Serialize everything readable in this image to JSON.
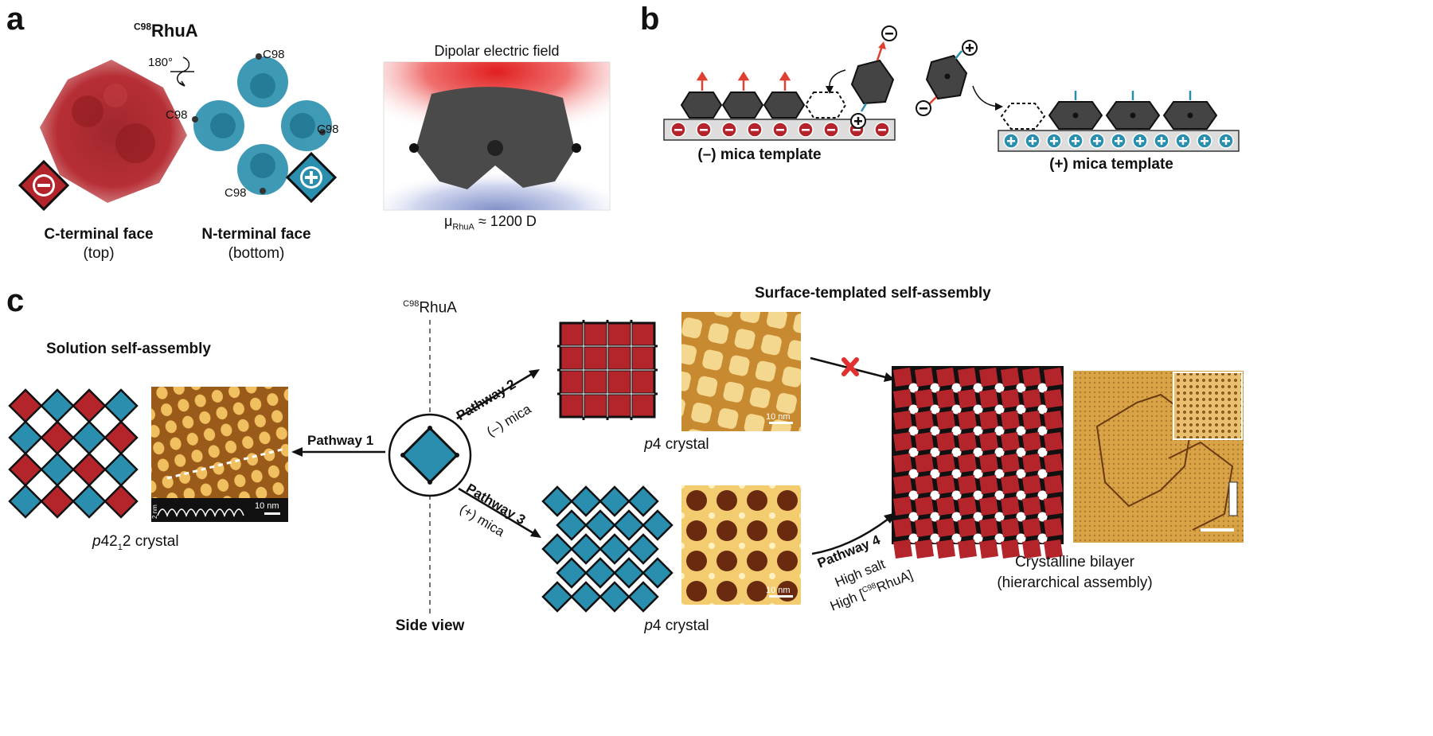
{
  "panels": {
    "a": "a",
    "b": "b",
    "c": "c"
  },
  "panel_a": {
    "title_sup": "C98",
    "title_main": "RhuA",
    "rotation_label": "180°",
    "c98_label": "C98",
    "c_face": "C-terminal face",
    "c_face_sub": "(top)",
    "n_face": "N-terminal face",
    "n_face_sub": "(bottom)",
    "field_title": "Dipolar electric field",
    "mu_symbol": "μ",
    "mu_sub": "RhuA",
    "mu_value": "≈ 1200 D",
    "minus_sign": "−",
    "plus_sign": "+"
  },
  "panel_b": {
    "neg_template": "(–) mica template",
    "pos_template": "(+) mica template"
  },
  "panel_c": {
    "center_sup": "C98",
    "center_main": "RhuA",
    "side_view": "Side view",
    "solution_title": "Solution self-assembly",
    "surface_title": "Surface-templated self-assembly",
    "pathway1": "Pathway 1",
    "pathway2": "Pathway 2",
    "pathway2_sub": "(–) mica",
    "pathway3": "Pathway 3",
    "pathway3_sub": "(+) mica",
    "pathway4": "Pathway 4",
    "pathway4_sub1": "High salt",
    "pathway4_sub2_pre": "High [",
    "pathway4_sub2_sup": "C98",
    "pathway4_sub2_post": "RhuA]",
    "p4_crystal_top_italic": "p",
    "p4_crystal_top_rest": "4 crystal",
    "p4_crystal_bottom_italic": "p",
    "p4_crystal_bottom_rest": "4 crystal",
    "p42_italic": "p",
    "p42_mid": "42",
    "p42_sub": "1",
    "p42_rest": "2 crystal",
    "bilayer1": "Crystalline bilayer",
    "bilayer2": "(hierarchical assembly)",
    "scale_10nm": "10 nm",
    "scale_2nm": "2 nm"
  },
  "colors": {
    "red": "#b3242b",
    "blue": "#2a8fae",
    "grey": "#4a4a4a",
    "afm_light": "#e6b659",
    "afm_dark": "#8c5218"
  }
}
